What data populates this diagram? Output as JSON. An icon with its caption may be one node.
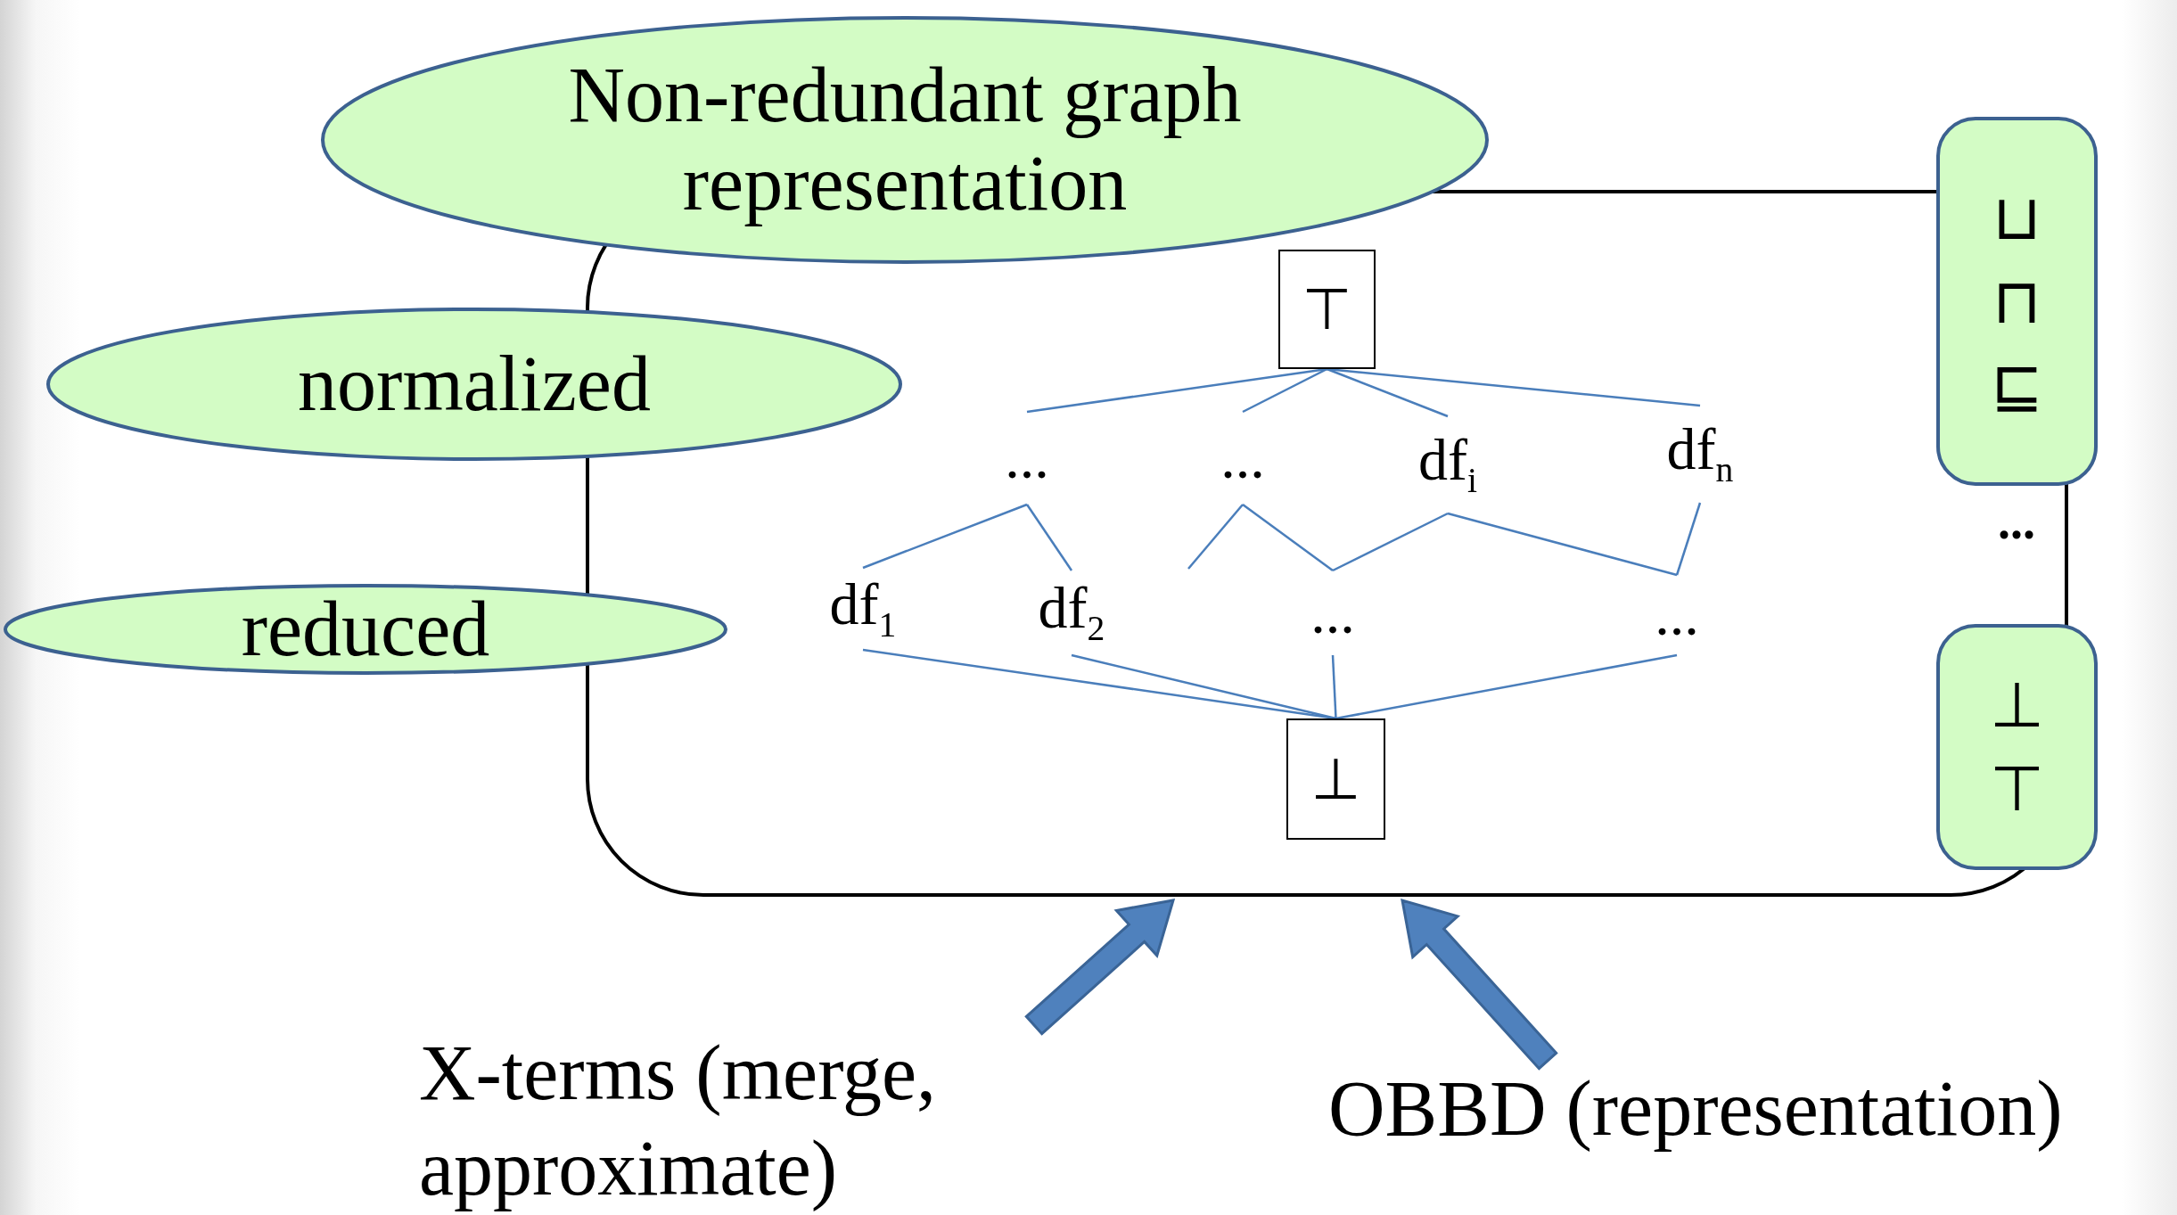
{
  "diagram": {
    "nodes": [
      {
        "text": [
          "Non-redundant graph representation"
        ]
      },
      {
        "text": [
          "normalized"
        ]
      },
      {
        "text": [
          "reduced"
        ]
      },
      {
        "text": [],
        "shape": "box"
      },
      {
        "text": [
          "⊤"
        ],
        "in": 3
      },
      {
        "text": [
          "..."
        ],
        "in": 3
      },
      {
        "text": [
          "..."
        ],
        "in": 3
      },
      {
        "text": [
          "df$_{i}$"
        ],
        "in": 3
      },
      {
        "text": [
          "df$_{n}$"
        ],
        "in": 3
      },
      {
        "text": [
          "df$_{1}$"
        ],
        "in": 3
      },
      {
        "text": [
          "df$_{2}$"
        ],
        "in": 3
      },
      {
        "text": [
          "..."
        ],
        "in": 3
      },
      {
        "text": [
          "..."
        ],
        "in": 3
      },
      {
        "text": [
          "⊥"
        ],
        "in": 3
      },
      {
        "text": [
          "⊔",
          "⊓",
          "⊑"
        ]
      },
      {
        "text": [
          "⊥",
          "⊤"
        ]
      },
      {
        "text": [
          "X-terms (merge, approximate)"
        ]
      },
      {
        "text": [
          "OBBD (representation)"
        ]
      }
    ],
    "edges": [
      {
        "from": 4,
        "to": 5,
        "arrow": "none"
      },
      {
        "from": 4,
        "to": 6,
        "arrow": "none"
      },
      {
        "from": 4,
        "to": 7,
        "arrow": "none"
      },
      {
        "from": 4,
        "to": 8,
        "arrow": "none"
      },
      {
        "from": 5,
        "to": 9,
        "arrow": "none"
      },
      {
        "from": 5,
        "to": 10,
        "arrow": "none"
      },
      {
        "from": 6,
        "to": null,
        "arrow": "none"
      },
      {
        "from": 6,
        "to": 11,
        "arrow": "none"
      },
      {
        "from": 7,
        "to": 11,
        "arrow": "none"
      },
      {
        "from": 7,
        "to": 12,
        "arrow": "none"
      },
      {
        "from": 8,
        "to": 12,
        "arrow": "none"
      },
      {
        "from": 9,
        "to": 13,
        "arrow": "none"
      },
      {
        "from": 10,
        "to": 13,
        "arrow": "none"
      },
      {
        "from": 11,
        "to": 13,
        "arrow": "none"
      },
      {
        "from": 12,
        "to": 13,
        "arrow": "none"
      },
      {
        "from": 16,
        "to": 3,
        "arrow": "to",
        "style": "thick",
        "color": "#4f81bd"
      },
      {
        "from": 17,
        "to": 3,
        "arrow": "to",
        "style": "thick",
        "color": "#4f81bd"
      }
    ],
    "labels": [
      "..."
    ]
  }
}
